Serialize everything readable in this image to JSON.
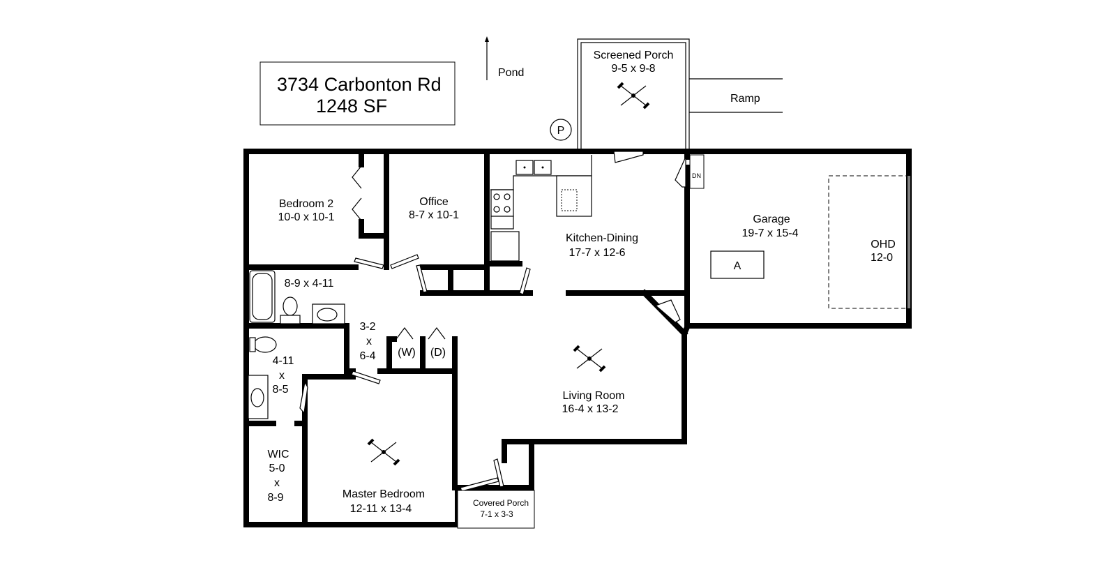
{
  "title_box": {
    "address": "3734 Carbonton Rd",
    "area": "1248 SF"
  },
  "compass": {
    "label": "Pond"
  },
  "exterior": {
    "ramp": "Ramp",
    "pump": "P"
  },
  "rooms": {
    "screened_porch": {
      "name": "Screened Porch",
      "dims": "9-5 x 9-8"
    },
    "bedroom2": {
      "name": "Bedroom 2",
      "dims": "10-0 x 10-1"
    },
    "office": {
      "name": "Office",
      "dims": "8-7 x 10-1"
    },
    "kitchen": {
      "name": "Kitchen-Dining",
      "dims": "17-7 x 12-6"
    },
    "garage": {
      "name": "Garage",
      "dims": "19-7 x 15-4"
    },
    "ohd": {
      "name": "OHD",
      "dims": "12-0"
    },
    "bath1": {
      "dims": "8-9 x 4-11"
    },
    "hall": {
      "l1": "3-2",
      "l2": "x",
      "l3": "6-4"
    },
    "bath2": {
      "l1": "4-11",
      "l2": "x",
      "l3": "8-5"
    },
    "washer": {
      "label": "(W)"
    },
    "dryer": {
      "label": "(D)"
    },
    "living": {
      "name": "Living Room",
      "dims": "16-4 x 13-2"
    },
    "wic": {
      "l1": "WIC",
      "l2": "5-0",
      "l3": "x",
      "l4": "8-9"
    },
    "master": {
      "name": "Master Bedroom",
      "dims": "12-11 x 13-4"
    },
    "covered_porch": {
      "name": "Covered Porch",
      "dims": "7-1 x 3-3"
    }
  },
  "garage_unit": {
    "label": "A"
  },
  "stairs": {
    "label": "DN"
  }
}
